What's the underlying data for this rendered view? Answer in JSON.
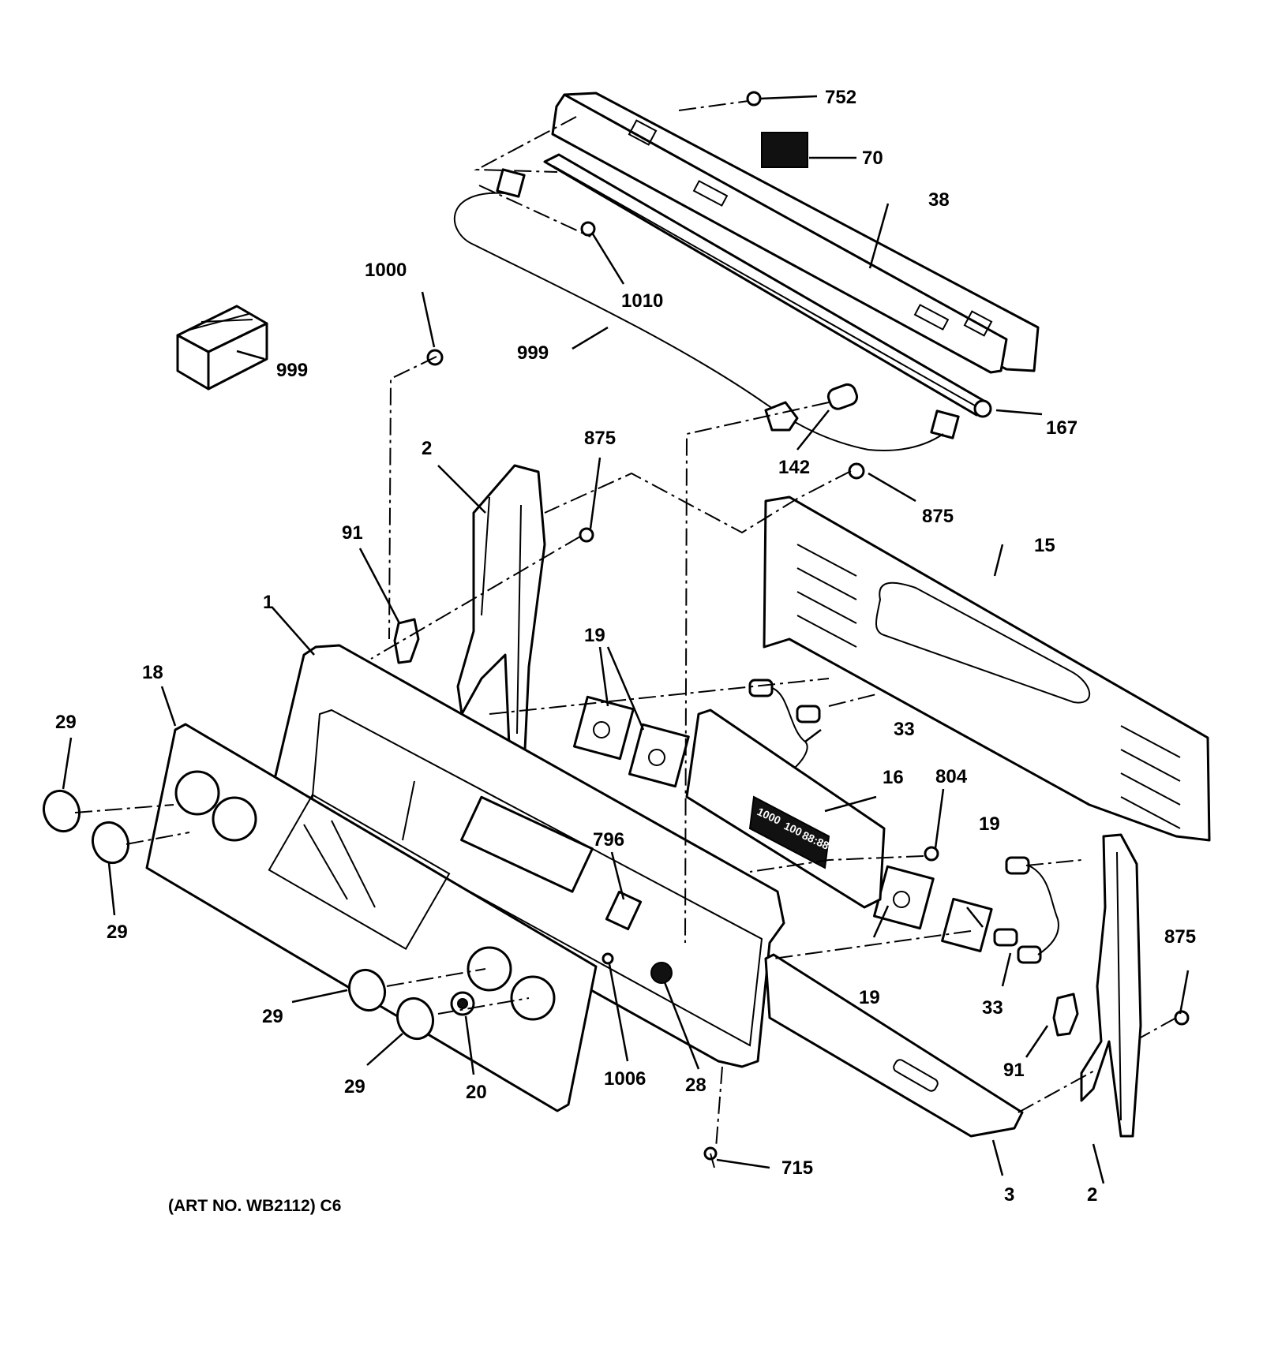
{
  "callouts": [
    {
      "id": "c752",
      "label": "752"
    },
    {
      "id": "c70",
      "label": "70"
    },
    {
      "id": "c38",
      "label": "38"
    },
    {
      "id": "c1000",
      "label": "1000"
    },
    {
      "id": "c1010",
      "label": "1010"
    },
    {
      "id": "c999a",
      "label": "999"
    },
    {
      "id": "c999b",
      "label": "999"
    },
    {
      "id": "c167",
      "label": "167"
    },
    {
      "id": "c142",
      "label": "142"
    },
    {
      "id": "c875a",
      "label": "875"
    },
    {
      "id": "c875b",
      "label": "875"
    },
    {
      "id": "c875c",
      "label": "875"
    },
    {
      "id": "c2a",
      "label": "2"
    },
    {
      "id": "c2b",
      "label": "2"
    },
    {
      "id": "c15",
      "label": "15"
    },
    {
      "id": "c91a",
      "label": "91"
    },
    {
      "id": "c91b",
      "label": "91"
    },
    {
      "id": "c1",
      "label": "1"
    },
    {
      "id": "c19a",
      "label": "19"
    },
    {
      "id": "c19b",
      "label": "19"
    },
    {
      "id": "c19c",
      "label": "19"
    },
    {
      "id": "c18",
      "label": "18"
    },
    {
      "id": "c29a",
      "label": "29"
    },
    {
      "id": "c29b",
      "label": "29"
    },
    {
      "id": "c29c",
      "label": "29"
    },
    {
      "id": "c29d",
      "label": "29"
    },
    {
      "id": "c33a",
      "label": "33"
    },
    {
      "id": "c33b",
      "label": "33"
    },
    {
      "id": "c16",
      "label": "16"
    },
    {
      "id": "c804",
      "label": "804"
    },
    {
      "id": "c796",
      "label": "796"
    },
    {
      "id": "c20",
      "label": "20"
    },
    {
      "id": "c1006",
      "label": "1006"
    },
    {
      "id": "c28",
      "label": "28"
    },
    {
      "id": "c715",
      "label": "715"
    },
    {
      "id": "c3",
      "label": "3"
    }
  ],
  "display": {
    "text1": "1000",
    "text2": "100",
    "text3": "88:88"
  },
  "art_number": "(ART NO. WB2112) C6"
}
